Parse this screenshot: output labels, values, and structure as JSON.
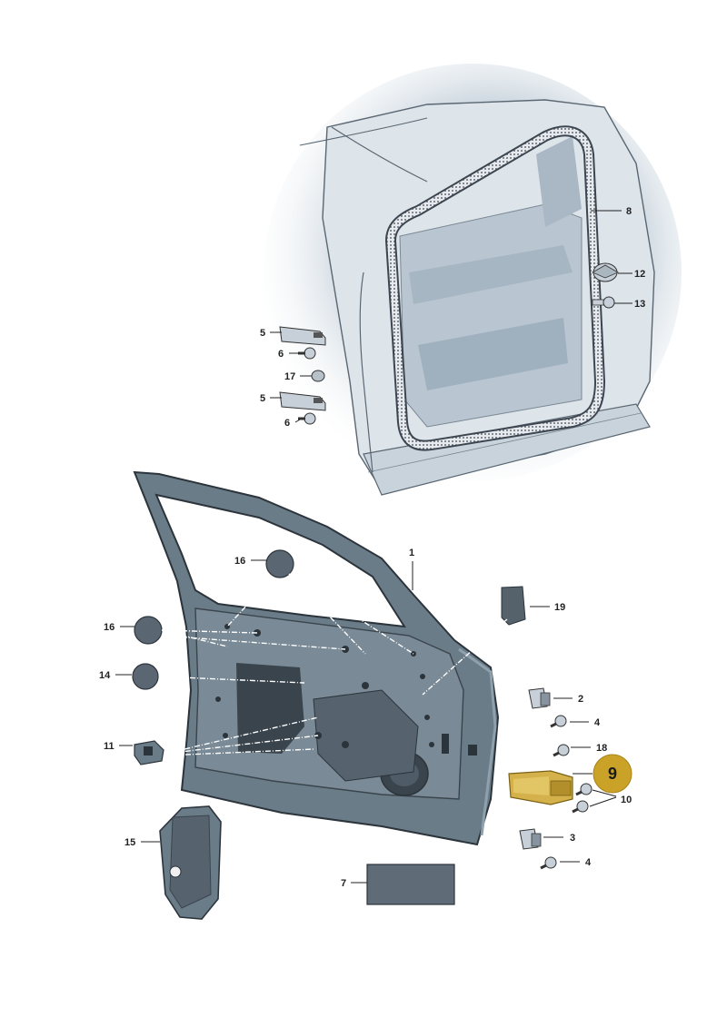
{
  "diagram": {
    "callouts": [
      {
        "id": "c8",
        "label": "8"
      },
      {
        "id": "c12",
        "label": "12"
      },
      {
        "id": "c13",
        "label": "13"
      },
      {
        "id": "c5a",
        "label": "5"
      },
      {
        "id": "c6a",
        "label": "6"
      },
      {
        "id": "c17",
        "label": "17"
      },
      {
        "id": "c5b",
        "label": "5"
      },
      {
        "id": "c6b",
        "label": "6"
      },
      {
        "id": "c1",
        "label": "1"
      },
      {
        "id": "c16a",
        "label": "16"
      },
      {
        "id": "c19",
        "label": "19"
      },
      {
        "id": "c16b",
        "label": "16"
      },
      {
        "id": "c14",
        "label": "14"
      },
      {
        "id": "c2",
        "label": "2"
      },
      {
        "id": "c4a",
        "label": "4"
      },
      {
        "id": "c11",
        "label": "11"
      },
      {
        "id": "c18",
        "label": "18"
      },
      {
        "id": "c10",
        "label": "10"
      },
      {
        "id": "c15",
        "label": "15"
      },
      {
        "id": "c3",
        "label": "3"
      },
      {
        "id": "c4b",
        "label": "4"
      },
      {
        "id": "c7",
        "label": "7"
      }
    ],
    "highlight": {
      "label": "9",
      "color": "#c9a227"
    },
    "colors": {
      "body_fill": "#dde4ea",
      "body_shadow": "#9fb0be",
      "door_fill": "#6b7c89",
      "door_dark": "#4a5864",
      "seal": "#3d4650",
      "part_fill": "#c7d0d8",
      "highlight_part": "#d4b14a"
    }
  }
}
